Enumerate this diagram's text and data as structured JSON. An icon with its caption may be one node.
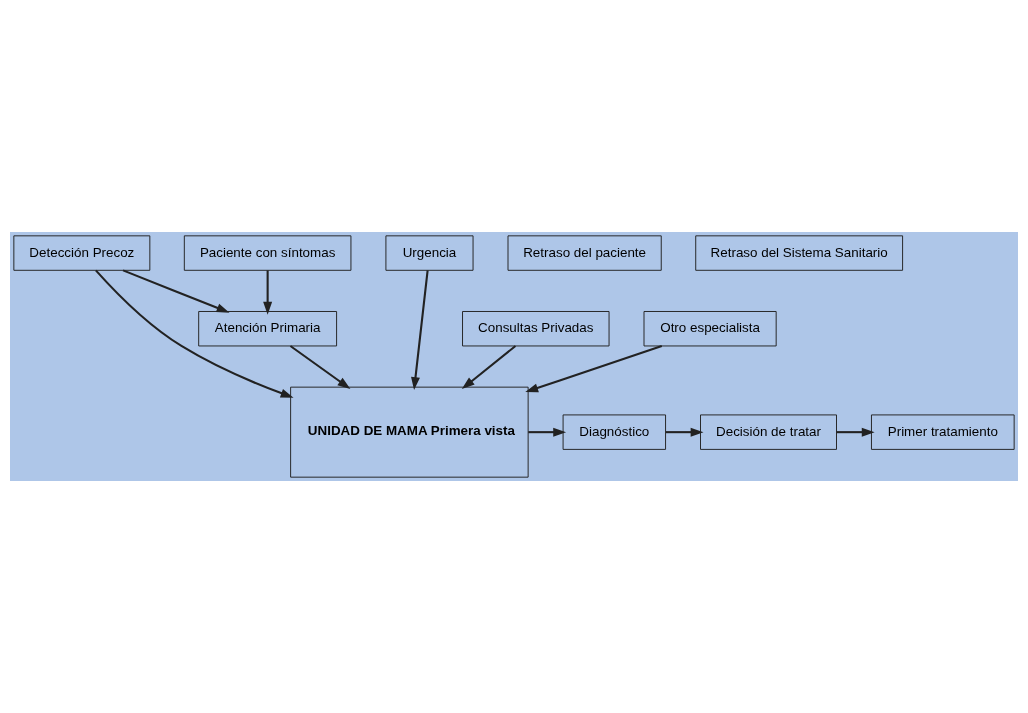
{
  "diagram": {
    "nodes": [
      {
        "text": [
          "Detección Precoz"
        ]
      },
      {
        "text": [
          "Urgencia"
        ]
      },
      {
        "text": [
          "Atención Primaria"
        ]
      },
      {
        "text": [
          "Consultas Privadas"
        ]
      },
      {
        "text": [
          "Otro especialista"
        ]
      },
      {
        "text": [
          "Paciente con síntomas"
        ]
      },
      {
        "text": [
          "UNIDAD DE MAMA Primera vista"
        ]
      },
      {
        "text": [
          "Diagnóstico"
        ]
      },
      {
        "text": [
          "Decisión de tratar"
        ]
      },
      {
        "text": [
          "Primer tratamiento"
        ]
      },
      {
        "text": [
          "Retraso del paciente"
        ]
      },
      {
        "text": [
          "Retraso del Sistema Sanitario"
        ]
      }
    ],
    "edges": [
      {
        "from": 0,
        "to": 2,
        "arrow": "to"
      },
      {
        "from": 0,
        "to": 6,
        "arrow": "to"
      },
      {
        "from": 5,
        "to": 2,
        "arrow": "to"
      },
      {
        "from": 2,
        "to": 6,
        "arrow": "to"
      },
      {
        "from": 1,
        "to": 6,
        "arrow": "to"
      },
      {
        "from": 3,
        "to": 6,
        "arrow": "to"
      },
      {
        "from": 4,
        "to": 6,
        "arrow": "to"
      },
      {
        "from": 6,
        "to": 7,
        "arrow": "to"
      },
      {
        "from": 7,
        "to": 8,
        "arrow": "to"
      },
      {
        "from": 8,
        "to": 9,
        "arrow": "to"
      }
    ]
  }
}
